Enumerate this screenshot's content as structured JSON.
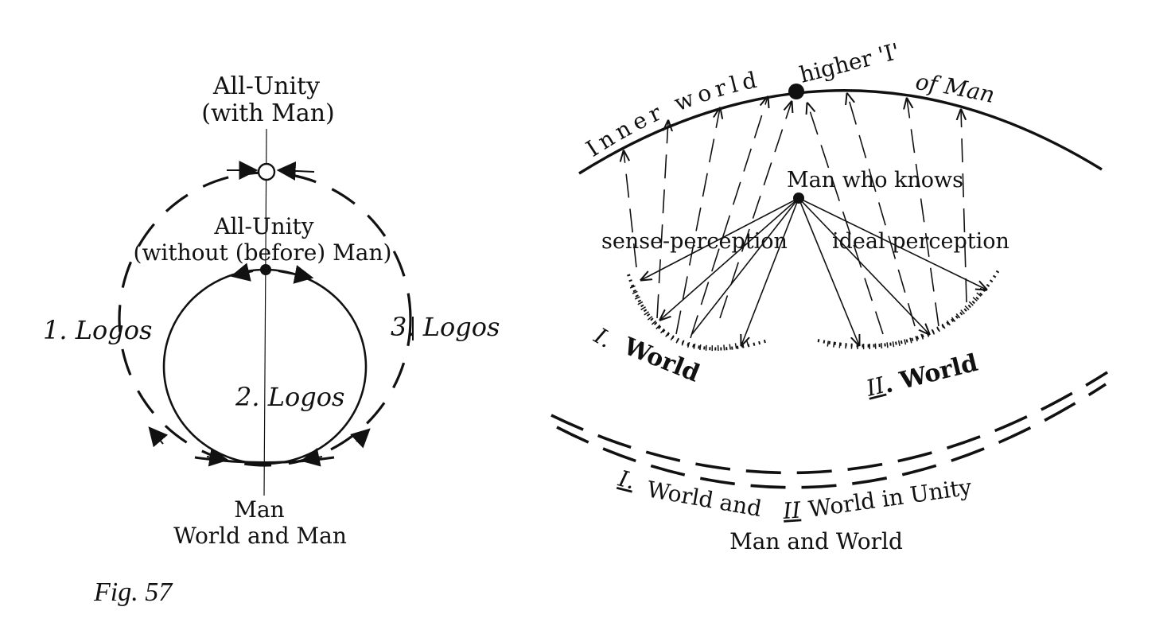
{
  "left": {
    "top_label_line1": "All-Unity",
    "top_label_line2": "(with Man)",
    "mid_label_line1": "All-Unity",
    "mid_label_line2": "(without (before) Man)",
    "logos1": "1. Logos",
    "logos2": "2. Logos",
    "logos3": "3. Logos",
    "bottom_line1": "Man",
    "bottom_line2": "World and Man"
  },
  "right": {
    "arc_label_left": "Inner world",
    "arc_label_top": "higher 'I'",
    "arc_label_right": "of Man",
    "knower": "Man who knows",
    "sense": "sense-perception",
    "ideal": "ideal perception",
    "world1_num": "I.",
    "world1": "World",
    "world2_num": "II",
    "world2": ". World",
    "unity_num1": "I.",
    "unity_line1a": "World and",
    "unity_num2": "II",
    "unity_line1b": "World in Unity",
    "unity_line2": "Man and World"
  },
  "caption": "Fig. 57"
}
